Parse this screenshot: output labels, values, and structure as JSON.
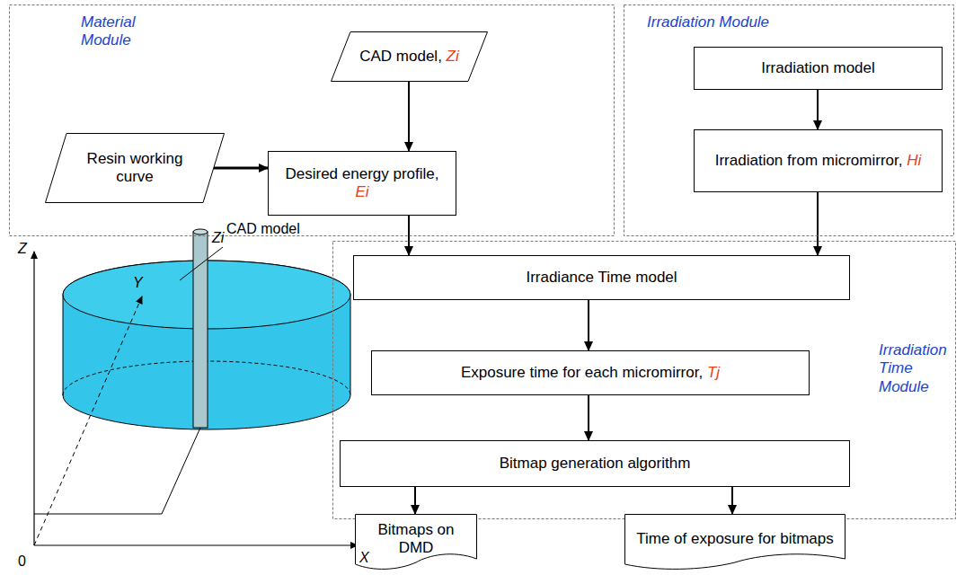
{
  "diagram": {
    "nodes": [
      {
        "text": [
          "Material Module"
        ]
      },
      {
        "text": [
          "CAD model,",
          "Zi"
        ],
        "in": 0
      },
      {
        "text": [
          "Resin working curve"
        ],
        "in": 0
      },
      {
        "text": [
          "Desired energy profile,",
          "Ei"
        ],
        "in": 0
      },
      {
        "text": [
          "Irradiation Module"
        ]
      },
      {
        "text": [
          "Irradiation model"
        ],
        "in": 4
      },
      {
        "text": [
          "Irradiation from micromirror,",
          "Hi"
        ],
        "in": 4
      },
      {
        "text": [
          "Irradiation Time Module"
        ]
      },
      {
        "text": [
          "Irradiance Time model"
        ],
        "in": 7
      },
      {
        "text": [
          "Exposure time for each micromirror,",
          "Tj"
        ],
        "in": 7
      },
      {
        "text": [
          "Bitmap generation algorithm"
        ],
        "in": 7
      },
      {
        "text": [
          "Bitmaps on DMD"
        ]
      },
      {
        "text": [
          "Time of exposure for bitmaps"
        ]
      }
    ],
    "edges": [
      {
        "from": 1,
        "to": 3,
        "arrow": "to"
      },
      {
        "from": 2,
        "to": 3,
        "arrow": "to"
      },
      {
        "from": 5,
        "to": 6,
        "arrow": "to"
      },
      {
        "from": 3,
        "to": 8,
        "arrow": "to"
      },
      {
        "from": 6,
        "to": 8,
        "arrow": "to"
      },
      {
        "from": 8,
        "to": 9,
        "arrow": "to"
      },
      {
        "from": 9,
        "to": 10,
        "arrow": "to"
      },
      {
        "from": 10,
        "to": 11,
        "arrow": "to"
      },
      {
        "from": 10,
        "to": 12,
        "arrow": "to"
      }
    ],
    "labels": [
      "CAD model",
      "Y",
      "Z",
      "Zi",
      "X",
      "0"
    ]
  }
}
